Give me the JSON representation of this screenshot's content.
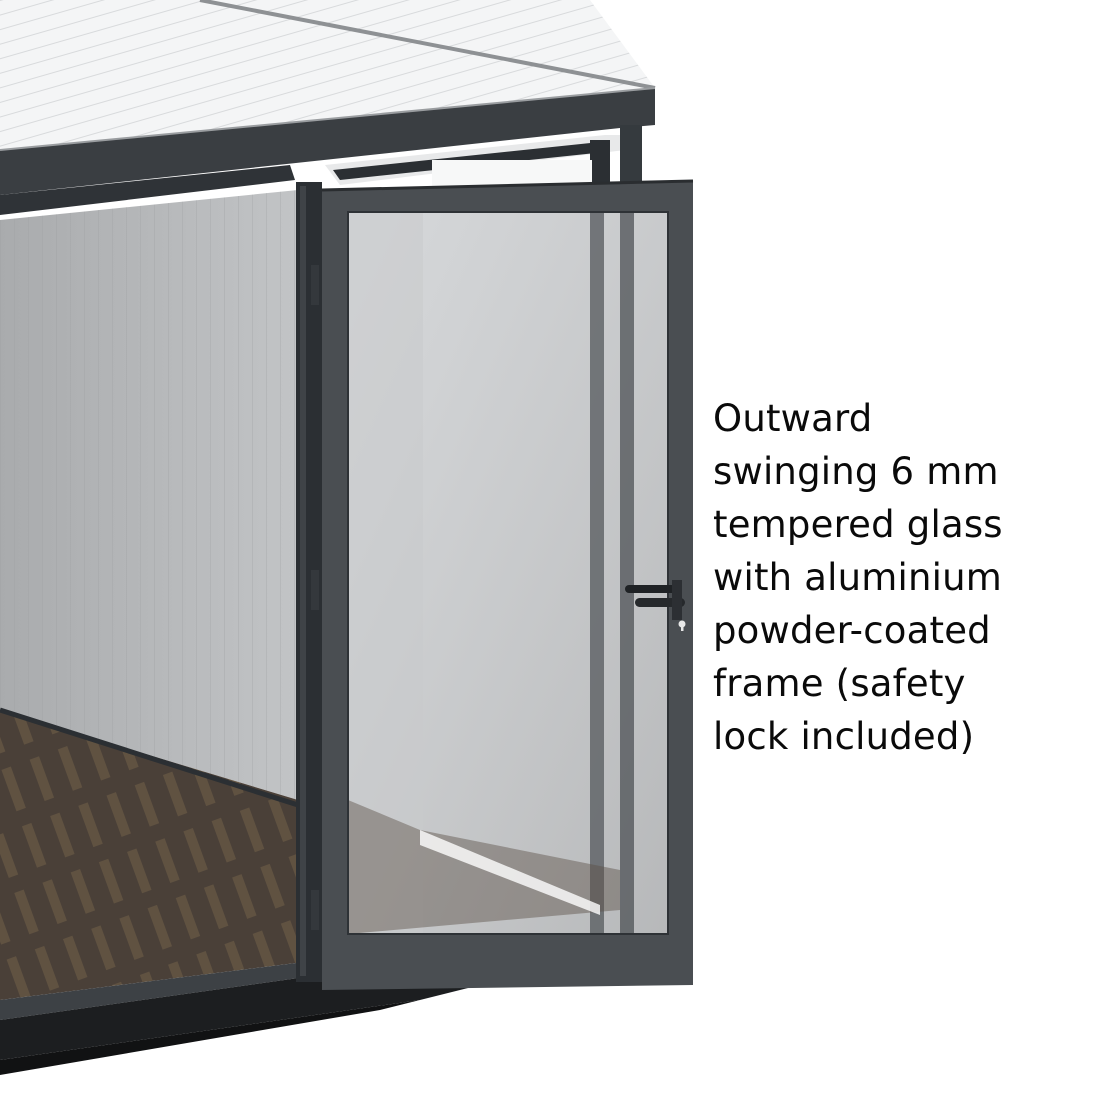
{
  "caption": {
    "lines": [
      "Outward",
      "swinging 6 mm",
      "tempered glass",
      "with aluminium",
      "powder-coated",
      "frame (safety",
      "lock included)"
    ]
  },
  "product": {
    "subject": "garden room with open glass door",
    "features": [
      "outward-swinging-door",
      "tempered-glass",
      "aluminium-frame",
      "door-handle",
      "safety-lock"
    ]
  },
  "colors": {
    "frame": "#3a3e42",
    "frame_dark": "#2b2f33",
    "door_frame": "#4a4e52",
    "wall": "#b4b6b8",
    "floor": "#4a4038",
    "roof": "#f2f3f4",
    "text": "#0a0a0a"
  }
}
